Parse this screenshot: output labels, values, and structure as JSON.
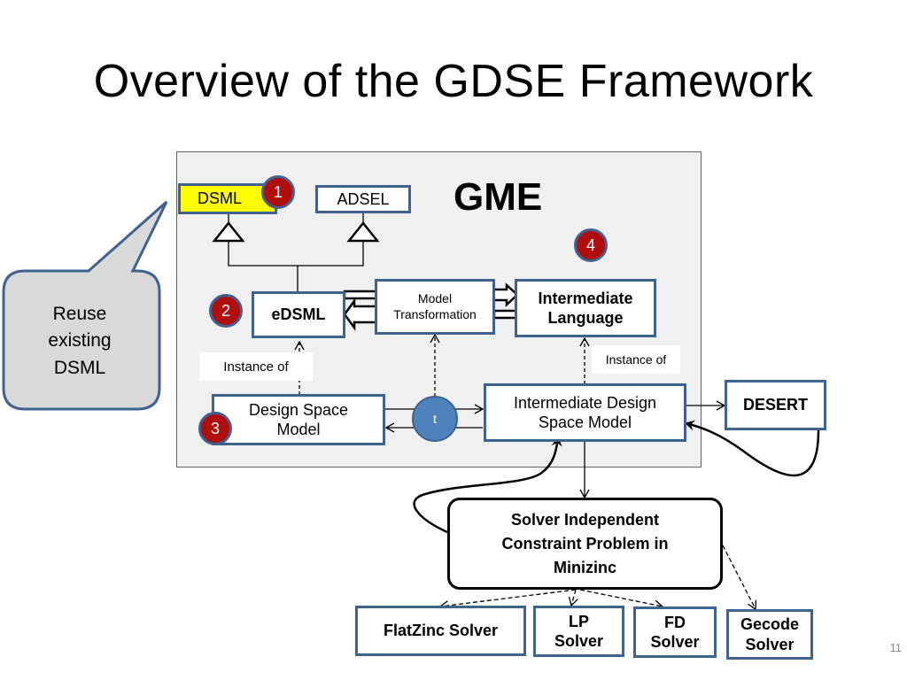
{
  "slide": {
    "title": "Overview of the GDSE Framework",
    "page_number": "11"
  },
  "callout": {
    "lines": [
      "Reuse",
      "existing",
      "DSML"
    ]
  },
  "gme": {
    "label": "GME",
    "nodes": {
      "dsml": "DSML",
      "adsel": "ADSEL",
      "edsml": "eDSML",
      "model_transformation": [
        "Model",
        "Transformation"
      ],
      "intermediate_language": [
        "Intermediate",
        "Language"
      ],
      "design_space_model": [
        "Design Space",
        "Model"
      ],
      "intermediate_design_space_model": [
        "Intermediate Design",
        "Space Model"
      ],
      "transformer": "t"
    },
    "notes": {
      "instance_of_left": "Instance of",
      "instance_of_right": "Instance of"
    },
    "badges": [
      "1",
      "2",
      "3",
      "4"
    ]
  },
  "external": {
    "desert": "DESERT",
    "minizinc": [
      "Solver Independent",
      "Constraint Problem in",
      "Minizinc"
    ],
    "solvers": {
      "flatzinc": [
        "FlatZinc Solver"
      ],
      "lp": [
        "LP",
        "Solver"
      ],
      "fd": [
        "FD",
        "Solver"
      ],
      "gecode": [
        "Gecode",
        "Solver"
      ]
    }
  },
  "colors": {
    "box_border": "#3f6391",
    "highlight": "#ffff00",
    "badge": "#b20d0d",
    "transformer": "#4f81bd",
    "panel": "#f0f0f0",
    "callout": "#d9d9d9"
  }
}
